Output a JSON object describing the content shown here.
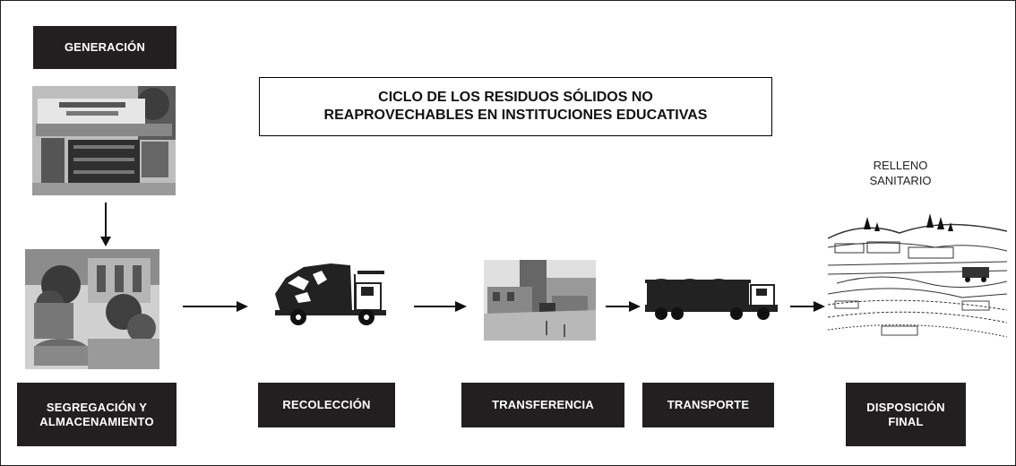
{
  "title": {
    "line1": "CICLO DE LOS RESIDUOS SÓLIDOS  NO",
    "line2": "REAPROVECHABLES EN INSTITUCIONES EDUCATIVAS"
  },
  "stages": {
    "generacion": "GENERACIÓN",
    "segregacion": "SEGREGACIÓN Y\nALMACENAMIENTO",
    "recoleccion": "RECOLECCIÓN",
    "transferencia": "TRANSFERENCIA",
    "transporte": "TRANSPORTE",
    "disposicion": "DISPOSICIÓN\nFINAL"
  },
  "relleno": {
    "line1": "RELLENO",
    "line2": "SANITARIO"
  },
  "colors": {
    "label_bg": "#231f20",
    "label_text": "#ffffff",
    "arrow": "#111111"
  },
  "icons": [
    "school-photo",
    "storage-photo",
    "garbage-truck-icon",
    "transfer-station-photo",
    "transport-truck-icon",
    "landfill-illustration"
  ]
}
